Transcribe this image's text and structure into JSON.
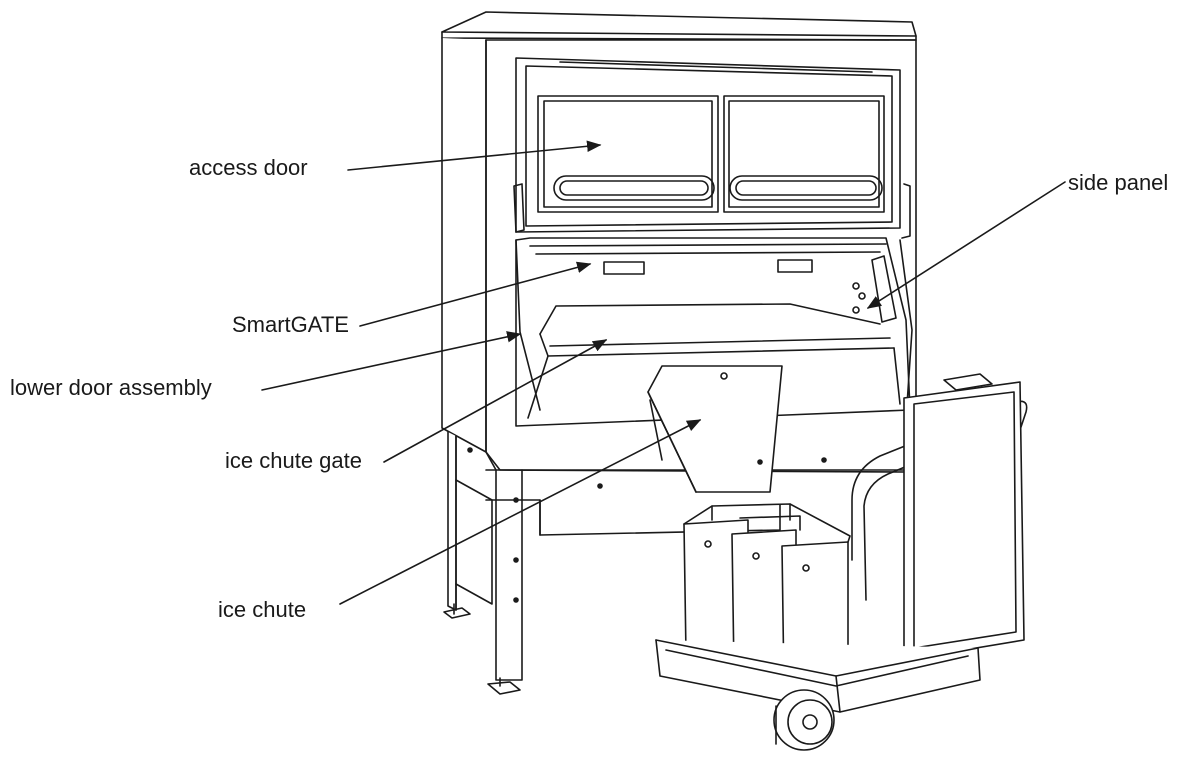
{
  "diagram": {
    "labels": {
      "access_door": "access door",
      "smartgate": "SmartGATE",
      "lower_door_assembly": "lower door assembly",
      "ice_chute_gate": "ice chute gate",
      "ice_chute": "ice chute",
      "side_panel": "side panel"
    },
    "colors": {
      "ink": "#1a1a1a",
      "background": "#ffffff"
    }
  }
}
